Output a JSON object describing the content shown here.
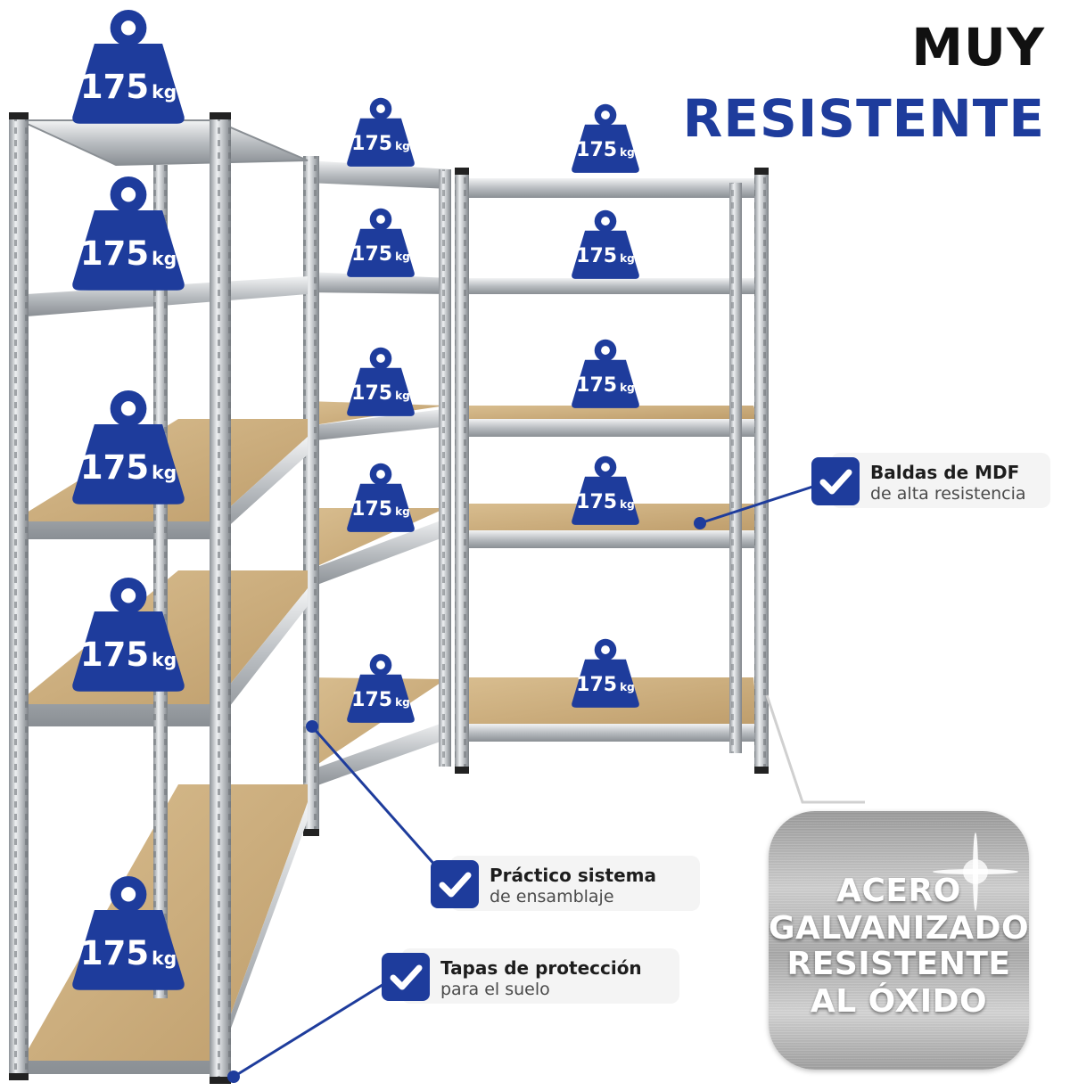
{
  "headline": {
    "line1": "MUY",
    "line2": "RESISTENTE"
  },
  "colors": {
    "brand_blue": "#1e3c9c",
    "headline_dark": "#111111",
    "wood": "#c9ab7c",
    "steel": "#c8cbce"
  },
  "weights": {
    "value": "175",
    "unit": "kg",
    "count": 15
  },
  "callouts": [
    {
      "title": "Baldas de MDF",
      "subtitle": "de alta resistencia",
      "icon": "checkmark-icon"
    },
    {
      "title": "Práctico sistema",
      "subtitle": "de ensamblaje",
      "icon": "checkmark-icon"
    },
    {
      "title": "Tapas de protección",
      "subtitle": "para el suelo",
      "icon": "checkmark-icon"
    }
  ],
  "badge": {
    "lines": [
      "ACERO",
      "GALVANIZADO",
      "RESISTENTE",
      "AL ÓXIDO"
    ],
    "icon": "brushed-steel-icon"
  }
}
